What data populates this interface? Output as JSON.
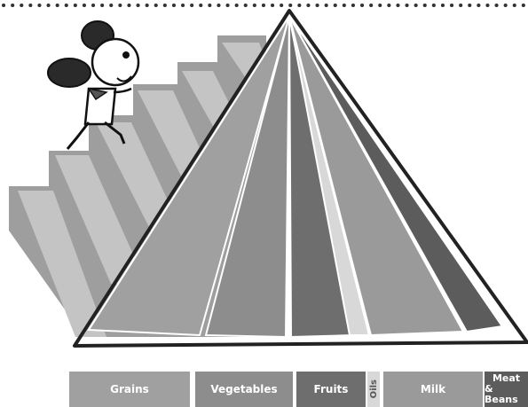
{
  "colors": {
    "grains": "#a0a0a0",
    "vegetables": "#8d8d8d",
    "fruits": "#6e6e6e",
    "oils": "#d8d8d8",
    "milk": "#9a9a9a",
    "meat_beans": "#5c5c5c",
    "stairs": "#b8b8b8",
    "outline": "#222222"
  },
  "food_groups": [
    {
      "key": "grains",
      "label": "Grains"
    },
    {
      "key": "vegetables",
      "label": "Vegetables"
    },
    {
      "key": "fruits",
      "label": "Fruits"
    },
    {
      "key": "oils",
      "label": "Oils"
    },
    {
      "key": "milk",
      "label": "Milk"
    },
    {
      "key": "meat_beans",
      "label_line1": "Meat",
      "label_line2": "& Beans"
    }
  ]
}
